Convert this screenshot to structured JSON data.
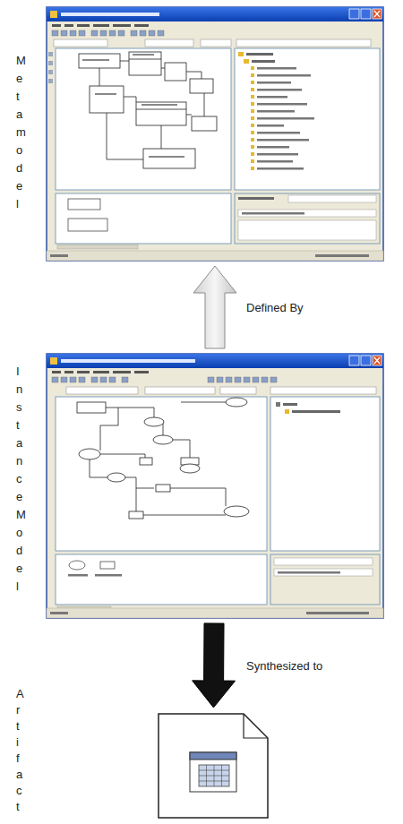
{
  "diagram": {
    "nodes": [
      {
        "text": [
          "Metamodel"
        ]
      },
      {
        "text": [
          "Instance Model"
        ]
      },
      {
        "text": [
          "Artifact"
        ]
      }
    ],
    "edges": [
      {
        "from": 1,
        "to": 0,
        "arrow": "to",
        "label": "Defined By"
      },
      {
        "from": 1,
        "to": 2,
        "arrow": "to",
        "label": "Synthesized to"
      }
    ]
  }
}
